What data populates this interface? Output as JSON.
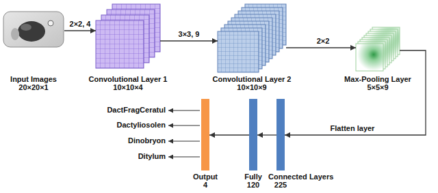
{
  "diagram": {
    "nodes": [
      {
        "text": [
          "Input Images",
          "20×20×1"
        ]
      },
      {
        "text": [
          "Convolutional Layer 1",
          "10×10×4"
        ]
      },
      {
        "text": [
          "Convolutional Layer 2",
          "10×10×9"
        ]
      },
      {
        "text": [
          "Max-Pooling Layer",
          "5×5×9"
        ]
      },
      {
        "text": [
          "Output",
          "4"
        ]
      },
      {
        "text": [
          "120"
        ]
      },
      {
        "text": [
          "225"
        ]
      }
    ],
    "edges": [
      {
        "from": 0,
        "to": 1,
        "arrow": "to",
        "label": "2×2, 4"
      },
      {
        "from": 1,
        "to": 2,
        "arrow": "to",
        "label": "3×3, 9"
      },
      {
        "from": 2,
        "to": 3,
        "arrow": "to",
        "label": "2×2"
      },
      {
        "from": 3,
        "to": 6,
        "arrow": "to",
        "label": "Flatten layer"
      },
      {
        "from": 6,
        "to": 5,
        "arrow": "to"
      },
      {
        "from": 5,
        "to": 4,
        "arrow": "to"
      }
    ],
    "labels": [
      "DactFragCeratul",
      "Dactyliosolen",
      "Dinobryon",
      "Ditylum",
      "Fully",
      "Connected Layers"
    ]
  }
}
